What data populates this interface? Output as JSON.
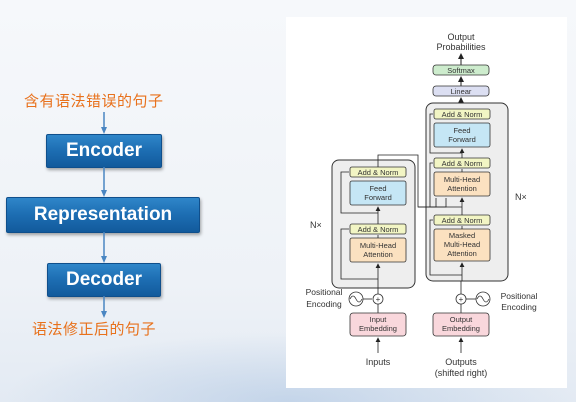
{
  "left_flow": {
    "input_sentence": "含有语法错误的句子",
    "encoder": "Encoder",
    "representation": "Representation",
    "decoder": "Decoder",
    "output_sentence": "语法修正后的句子"
  },
  "transformer": {
    "output_probabilities": [
      "Output",
      "Probabilities"
    ],
    "softmax": "Softmax",
    "linear": "Linear",
    "add_norm": "Add & Norm",
    "feed_forward": [
      "Feed",
      "Forward"
    ],
    "multi_head_attention": [
      "Multi-Head",
      "Attention"
    ],
    "masked_attention": [
      "Masked",
      "Multi-Head",
      "Attention"
    ],
    "nx": "N×",
    "positional_encoding": [
      "Positional",
      "Encoding"
    ],
    "input_embedding": [
      "Input",
      "Embedding"
    ],
    "output_embedding": [
      "Output",
      "Embedding"
    ],
    "inputs": "Inputs",
    "outputs": [
      "Outputs",
      "(shifted right)"
    ]
  },
  "colors": {
    "accent_text": "#e8711c",
    "box_blue": "#1e6fb4",
    "add_norm": "#f2f5c4",
    "feed_forward": "#c5e6f5",
    "attention": "#fbe1c0",
    "embedding": "#f9d7dc",
    "softmax": "#cdeccd",
    "linear": "#dcdff2",
    "layer_block": "#eeeeee"
  }
}
